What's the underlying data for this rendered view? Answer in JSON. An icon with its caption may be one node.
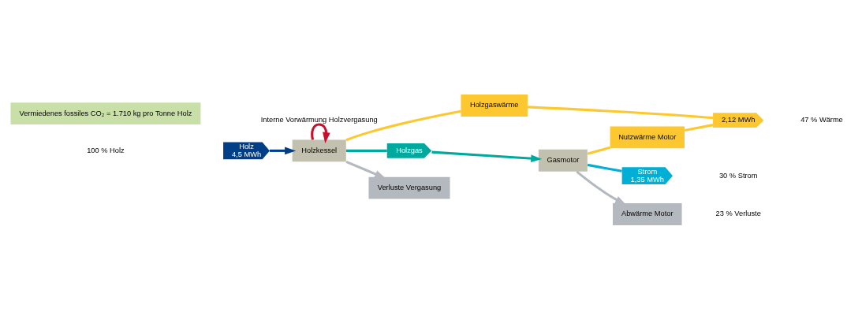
{
  "diagram": {
    "nodes": [
      {
        "text": [
          "Holz",
          "4,5 MWh"
        ]
      },
      {
        "text": [
          "Holzkessel"
        ]
      },
      {
        "text": [
          "Holzgas"
        ]
      },
      {
        "text": [
          "Gasmotor"
        ]
      },
      {
        "text": [
          "Holzgaswärme"
        ]
      },
      {
        "text": [
          "Nutzwärme Motor"
        ]
      },
      {
        "text": [
          "2,12 MWh"
        ]
      },
      {
        "text": [
          "Strom",
          "1,35 MWh"
        ]
      },
      {
        "text": [
          "Verluste Vergasung"
        ]
      },
      {
        "text": [
          "Abwärme Motor"
        ]
      },
      {
        "text": [
          "Vermiedenes fossiles CO₂ = 1.710 kg pro Tonne Holz"
        ]
      }
    ],
    "edges": [
      {
        "from": 0,
        "to": 1,
        "arrow": "to",
        "color": "#003f87"
      },
      {
        "from": 1,
        "to": 1,
        "arrow": "to",
        "label": "Interne Vorwärmung Holzvergasung",
        "color": "#c8102e"
      },
      {
        "from": 1,
        "to": 2,
        "arrow": "none",
        "color": "#00a99d"
      },
      {
        "from": 2,
        "to": 3,
        "arrow": "to",
        "color": "#00a99d"
      },
      {
        "from": 1,
        "to": 4,
        "arrow": "none",
        "color": "#fdc82f"
      },
      {
        "from": 4,
        "to": 6,
        "arrow": "none",
        "color": "#fdc82f"
      },
      {
        "from": 1,
        "to": 8,
        "arrow": "to",
        "color": "#b3b9bf"
      },
      {
        "from": 3,
        "to": 5,
        "arrow": "none",
        "color": "#fdc82f"
      },
      {
        "from": 5,
        "to": 6,
        "arrow": "none",
        "color": "#fdc82f"
      },
      {
        "from": 3,
        "to": 7,
        "arrow": "none",
        "color": "#00afd6"
      },
      {
        "from": 3,
        "to": 9,
        "arrow": "to",
        "color": "#b3b9bf"
      }
    ],
    "labels": [
      "100 % Holz",
      "47 % Wärme",
      "30 % Strom",
      "23 % Verluste"
    ]
  }
}
